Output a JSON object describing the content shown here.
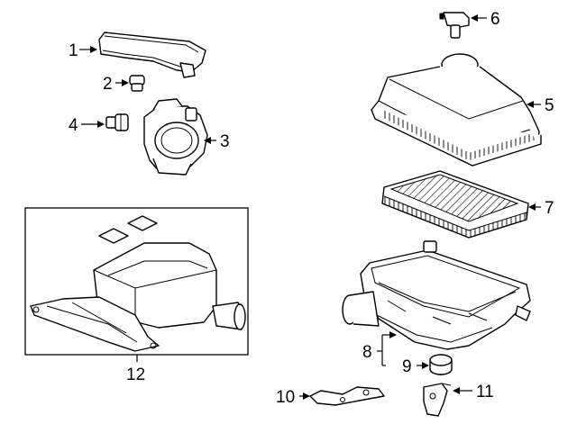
{
  "diagram": {
    "callouts": [
      {
        "id": "part-1",
        "label": "1"
      },
      {
        "id": "part-2",
        "label": "2"
      },
      {
        "id": "part-3",
        "label": "3"
      },
      {
        "id": "part-4",
        "label": "4"
      },
      {
        "id": "part-5",
        "label": "5"
      },
      {
        "id": "part-6",
        "label": "6"
      },
      {
        "id": "part-7",
        "label": "7"
      },
      {
        "id": "part-8",
        "label": "8"
      },
      {
        "id": "part-9",
        "label": "9"
      },
      {
        "id": "part-10",
        "label": "10"
      },
      {
        "id": "part-11",
        "label": "11"
      },
      {
        "id": "part-12",
        "label": "12"
      }
    ],
    "colors": {
      "line": "#000000",
      "background": "#ffffff"
    }
  }
}
